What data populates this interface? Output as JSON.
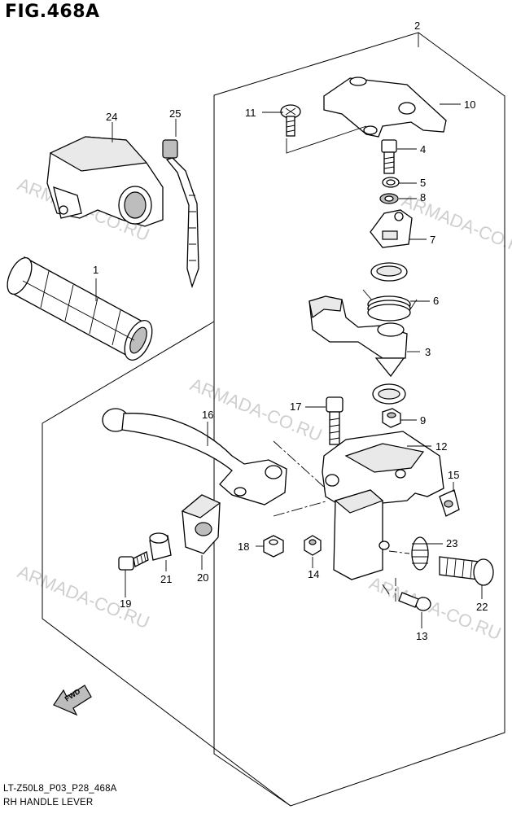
{
  "figure": {
    "title": "FIG.468A",
    "code": "LT-Z50L8_P03_P28_468A",
    "caption": "RH HANDLE LEVER"
  },
  "watermark": {
    "text": "ARMADA-CO.RU",
    "color": "#cfcfcf"
  },
  "fwd_label": "FWD",
  "callouts": {
    "p1": "1",
    "p2": "2",
    "p3": "3",
    "p4": "4",
    "p5": "5",
    "p6": "6",
    "p7": "7",
    "p8": "8",
    "p9": "9",
    "p10": "10",
    "p11": "11",
    "p12": "12",
    "p13": "13",
    "p14": "14",
    "p15": "15",
    "p16": "16",
    "p17": "17",
    "p18": "18",
    "p19": "19",
    "p20": "20",
    "p21": "21",
    "p22": "22",
    "p23": "23",
    "p24": "24",
    "p25": "25"
  }
}
